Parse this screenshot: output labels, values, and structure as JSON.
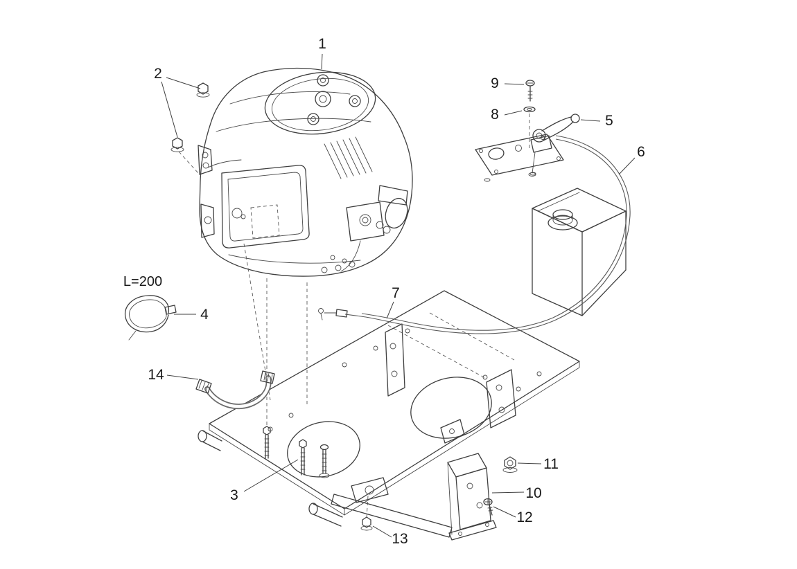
{
  "figure": {
    "type": "exploded-parts-diagram",
    "subject": "engine-and-base-frame-assembly",
    "line_color": "#3f3f3f",
    "text_color": "#1a1a1a",
    "length_label": "L=200",
    "callouts": {
      "c1": "1",
      "c2": "2",
      "c3": "3",
      "c4": "4",
      "c5": "5",
      "c6": "6",
      "c7": "7",
      "c8": "8",
      "c9": "9",
      "c10": "10",
      "c11": "11",
      "c12": "12",
      "c13": "13",
      "c14": "14"
    }
  }
}
